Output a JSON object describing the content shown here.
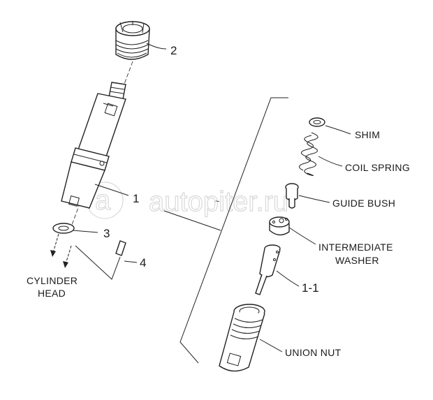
{
  "watermark": "autopiter.ru",
  "callouts": {
    "n1": "1",
    "n2": "2",
    "n3": "3",
    "n4": "4",
    "n11": "1-1"
  },
  "labels": {
    "cylinder_head_line1": "CYLINDER",
    "cylinder_head_line2": "HEAD",
    "shim": "SHIM",
    "coil_spring": "COIL SPRING",
    "guide_bush": "GUIDE BUSH",
    "intermediate_washer_line1": "INTERMEDIATE",
    "intermediate_washer_line2": "WASHER",
    "union_nut": "UNION NUT"
  }
}
